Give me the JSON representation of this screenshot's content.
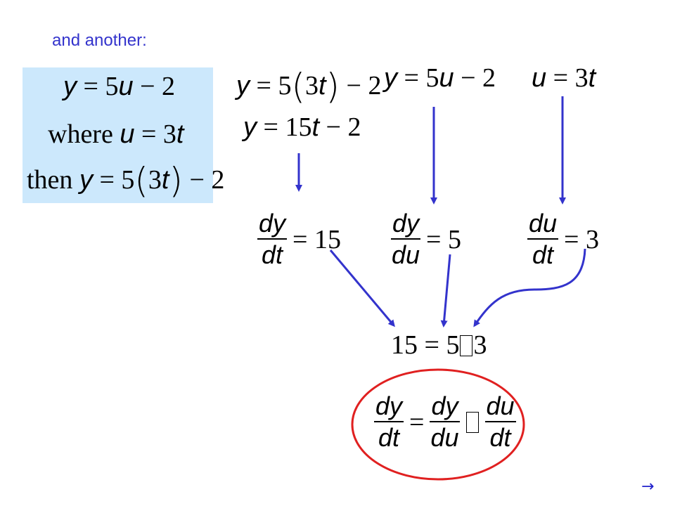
{
  "heading": "and another:",
  "box": {
    "eq1": "y = 5u − 2",
    "where_word": "where",
    "then_word": "then"
  },
  "eq_expanded": "y = 5(3t) − 2",
  "eq_simplified": "y = 15t − 2",
  "eq_y_of_u": "y = 5u − 2",
  "eq_u_of_t": "u = 3t",
  "deriv_dy_dt": "dy/dt = 15",
  "deriv_dy_du": "dy/du = 5",
  "deriv_du_dt": "du/dt = 3",
  "product": "15 = 5 · 3",
  "chain_rule": "dy/dt = dy/du · du/dt",
  "nav_arrow": "→",
  "colors": {
    "heading": "#3333cc",
    "box_bg": "#cce8fc",
    "arrow": "#3333cc",
    "ellipse": "#e02020"
  }
}
